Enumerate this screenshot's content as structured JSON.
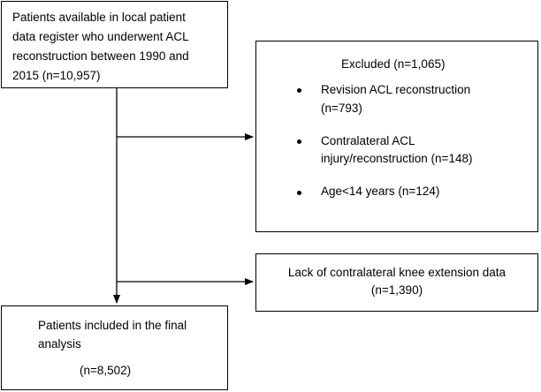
{
  "source_box": {
    "lines": [
      "Patients available in local patient",
      "data register who underwent ACL",
      "reconstruction between 1990 and",
      "2015 (n=10,957)"
    ]
  },
  "excluded_box": {
    "title": "Excluded (n=1,065)",
    "items": [
      {
        "line1": "Revision ACL reconstruction",
        "line2": "(n=793)"
      },
      {
        "line1": "Contralateral ACL",
        "line2": "injury/reconstruction (n=148)"
      },
      {
        "line1": "Age<14 years (n=124)",
        "line2": ""
      }
    ]
  },
  "lack_box": {
    "line1": "Lack of contralateral knee extension data",
    "line2": "(n=1,390)"
  },
  "final_box": {
    "line1": "Patients included in the final",
    "line2": "analysis",
    "line3": "(n=8,502)"
  }
}
